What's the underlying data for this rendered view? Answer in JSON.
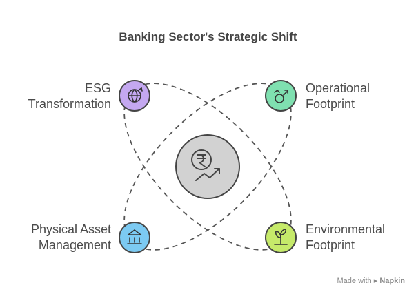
{
  "title": "Banking Sector's Strategic Shift",
  "center": {
    "icon": "rupee-growth-icon"
  },
  "nodes": [
    {
      "id": "esg",
      "label_line1": "ESG",
      "label_line2": "Transformation",
      "icon": "globe-arrows-icon",
      "color": "#c4a8f0"
    },
    {
      "id": "operational",
      "label_line1": "Operational",
      "label_line2": "Footprint",
      "icon": "money-wings-icon",
      "color": "#7fe0b0"
    },
    {
      "id": "physical",
      "label_line1": "Physical Asset",
      "label_line2": "Management",
      "icon": "building-people-icon",
      "color": "#7ccaf2"
    },
    {
      "id": "environmental",
      "label_line1": "Environmental",
      "label_line2": "Footprint",
      "icon": "plant-growth-icon",
      "color": "#c6ea6a"
    }
  ],
  "footer": {
    "made_with": "Made with",
    "brand": "Napkin"
  }
}
